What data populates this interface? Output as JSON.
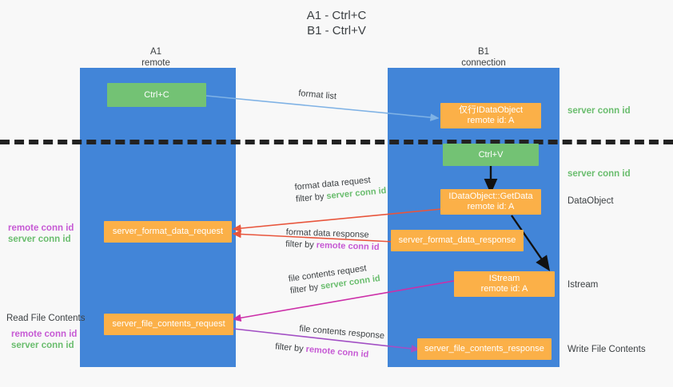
{
  "title": "A1 - Ctrl+C\nB1 - Ctrl+V",
  "colors": {
    "lane": "#4285d8",
    "green_box": "#73c274",
    "orange_box": "#fbb048",
    "green_text": "#6abd6e",
    "purple_text": "#c659d4",
    "blue_arrow": "#7fb2e5",
    "red_arrow": "#e8553c",
    "magenta_arrow": "#cc2fa8",
    "purple_arrow": "#a24fc4",
    "black_arrow": "#111111",
    "dash_line": "#222222"
  },
  "columns": [
    {
      "name": "A1",
      "sub": "remote",
      "header": "A1\nremote"
    },
    {
      "name": "B1",
      "sub": "connection",
      "header": "B1\nconnection"
    }
  ],
  "nodes": {
    "ctrl_c": {
      "line1": "Ctrl+C",
      "line2": ""
    },
    "idataobject": {
      "line1": "仅行IDataObject",
      "line2": "remote id: A"
    },
    "ctrl_v": {
      "line1": "Ctrl+V",
      "line2": ""
    },
    "getdata": {
      "line1": "IDataObject::GetData",
      "line2": "remote id: A"
    },
    "istream": {
      "line1": "IStream",
      "line2": "remote id: A"
    },
    "server_format_data_request": {
      "line1": "server_format_data_request",
      "line2": ""
    },
    "server_format_data_response": {
      "line1": "server_format_data_response",
      "line2": ""
    },
    "server_file_contents_request": {
      "line1": "server_file_contents_request",
      "line2": ""
    },
    "server_file_contents_response": {
      "line1": "server_file_contents_response",
      "line2": ""
    }
  },
  "edge_labels": {
    "format_list": "format list",
    "format_data_request": {
      "l1": "format data request",
      "l2_pre": "filter by ",
      "l2_em": "server conn id"
    },
    "format_data_response": {
      "l1": "format data response",
      "l2_pre": "filter by ",
      "l2_em": "remote conn id"
    },
    "file_contents_request": {
      "l1": "file contents request",
      "l2_pre": "filter by ",
      "l2_em": "server conn id"
    },
    "file_contents_response": {
      "l1": "file contents response",
      "l2_pre": "filter by ",
      "l2_em": "remote conn id"
    }
  },
  "right_labels": {
    "server_conn_id_top": "server conn id",
    "server_conn_id_mid": "server conn id",
    "dataobject": "DataObject",
    "istream": "Istream",
    "write_file_contents": "Write File Contents"
  },
  "left_labels": {
    "conn_ids_mid_remote": "remote conn id",
    "conn_ids_mid_server": "server conn id",
    "read_file_contents": "Read File Contents",
    "conn_ids_low_remote": "remote conn id",
    "conn_ids_low_server": "server conn id"
  }
}
